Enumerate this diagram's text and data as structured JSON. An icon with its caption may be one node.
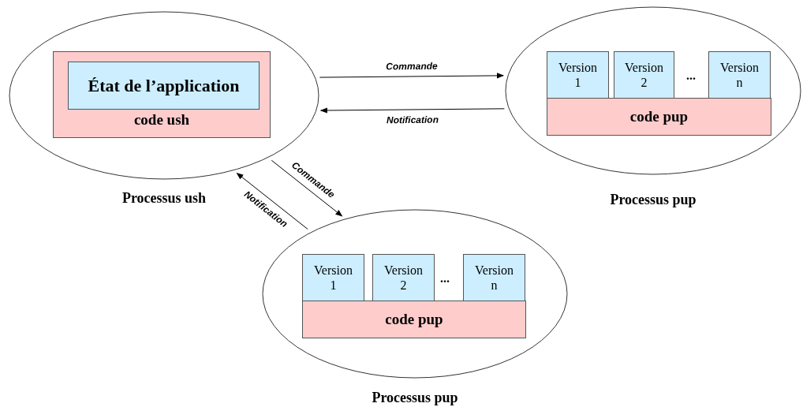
{
  "diagram": {
    "nodes": [
      {
        "text": [
          "Processus ush"
        ]
      },
      {
        "text": [
          "code ush"
        ],
        "in": 0
      },
      {
        "text": [
          "État de l’application"
        ],
        "in": 1
      },
      {
        "text": [
          "Processus pup"
        ]
      },
      {
        "text": [
          "Version 1"
        ],
        "in": 3
      },
      {
        "text": [
          "Version 2"
        ],
        "in": 3
      },
      {
        "text": [
          "Version n"
        ],
        "in": 3
      },
      {
        "text": [
          "code pup"
        ],
        "in": 3
      },
      {
        "text": [
          "Processus pup"
        ]
      },
      {
        "text": [
          "Version 1"
        ],
        "in": 8
      },
      {
        "text": [
          "Version 2"
        ],
        "in": 8
      },
      {
        "text": [
          "Version n"
        ],
        "in": 8
      },
      {
        "text": [
          "code pup"
        ],
        "in": 8
      }
    ],
    "edges": [
      {
        "from": 0,
        "to": 3,
        "arrow": "to",
        "label": "Commande"
      },
      {
        "from": 3,
        "to": 0,
        "arrow": "to",
        "label": "Notification"
      },
      {
        "from": 0,
        "to": 8,
        "arrow": "to",
        "label": "Commande"
      },
      {
        "from": 8,
        "to": 0,
        "arrow": "to",
        "label": "Notification"
      }
    ],
    "labels": [
      "...",
      "..."
    ]
  }
}
